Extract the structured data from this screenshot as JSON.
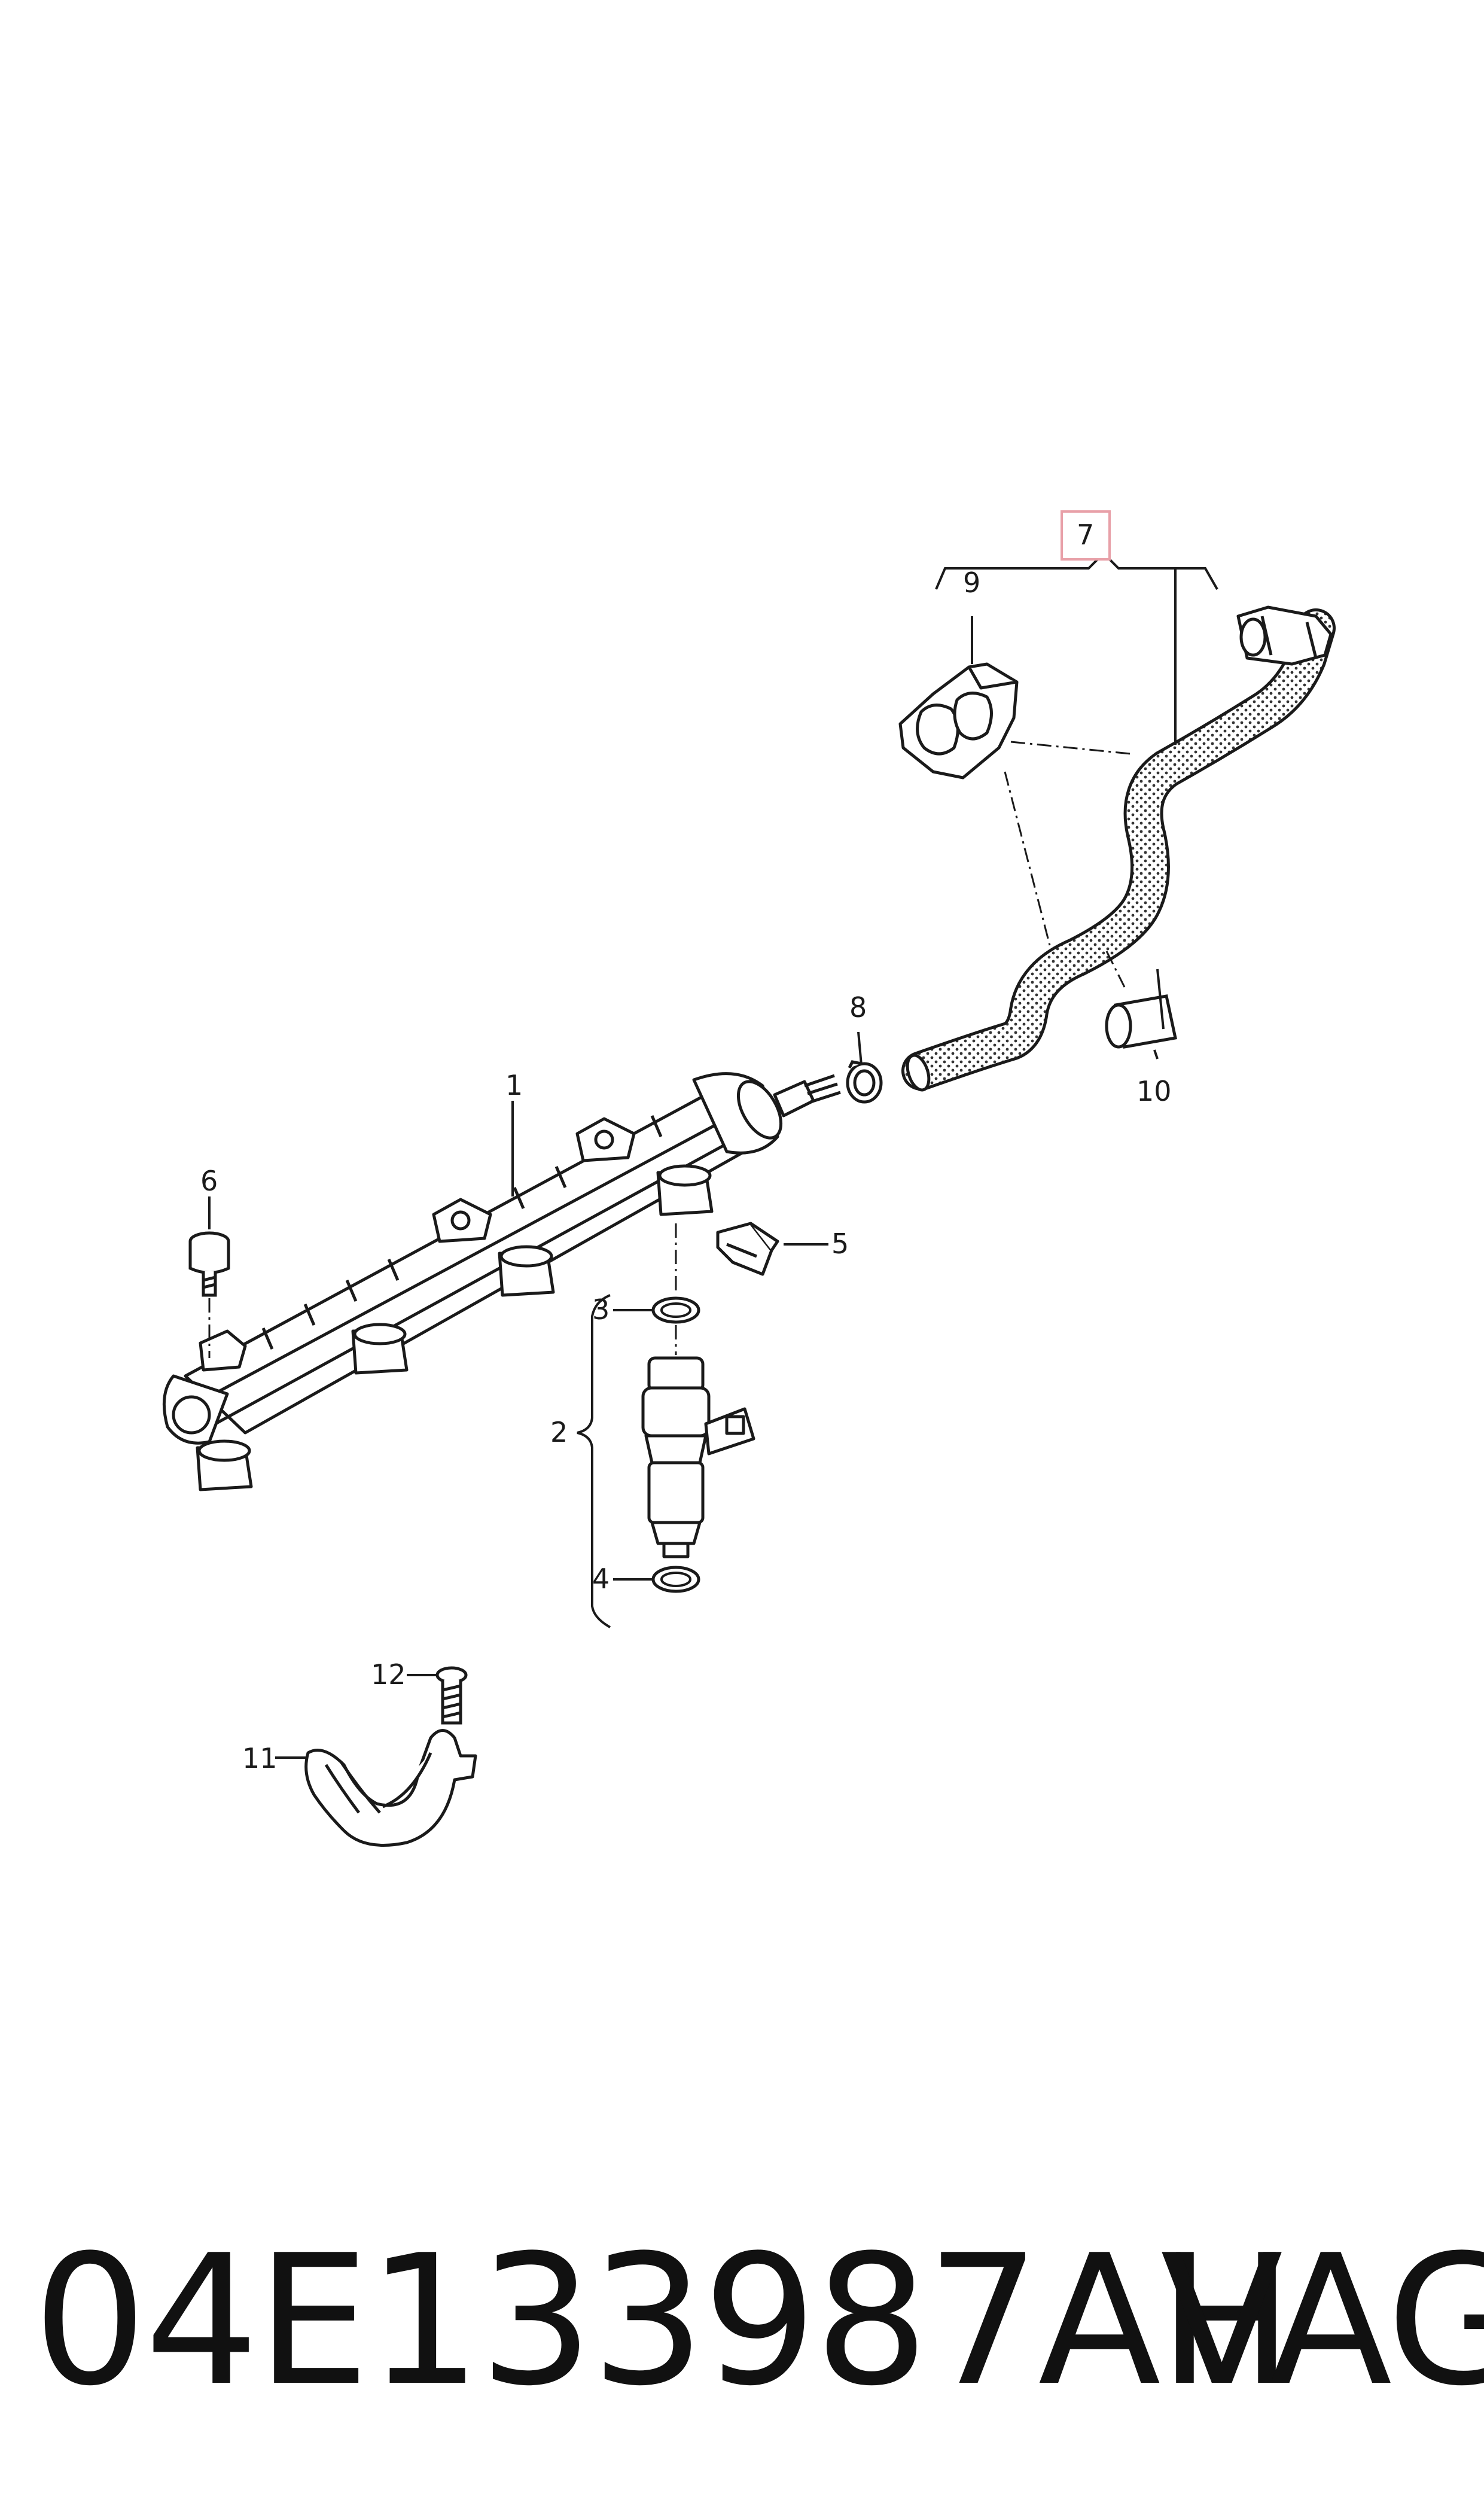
{
  "diagram": {
    "callouts": [
      {
        "id": "1",
        "text": "1"
      },
      {
        "id": "2",
        "text": "2"
      },
      {
        "id": "3",
        "text": "3"
      },
      {
        "id": "4",
        "text": "4"
      },
      {
        "id": "5",
        "text": "5"
      },
      {
        "id": "6",
        "text": "6"
      },
      {
        "id": "7",
        "text": "7",
        "highlighted": true
      },
      {
        "id": "8",
        "text": "8"
      },
      {
        "id": "9",
        "text": "9"
      },
      {
        "id": "10",
        "text": "10"
      },
      {
        "id": "11",
        "text": "11"
      },
      {
        "id": "12",
        "text": "12"
      }
    ],
    "highlight_color": "#e8a0a8",
    "line_color": "#1a1a1a",
    "hose_fill_color": "#d9d9d9"
  },
  "footer": {
    "part_number": "04E133987AH",
    "brand": "VAG"
  }
}
